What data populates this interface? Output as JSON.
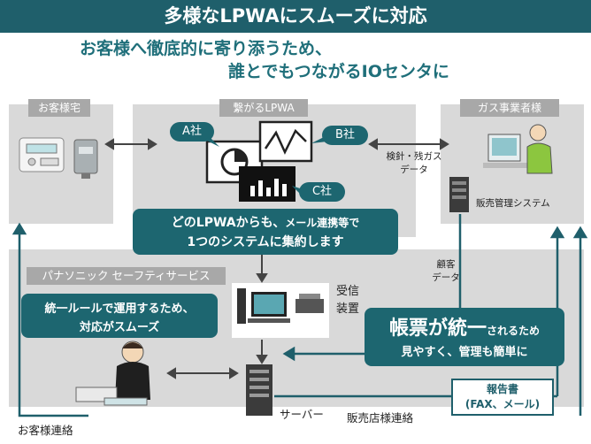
{
  "header": {
    "title": "多様なLPWAにスムーズに対応",
    "subtitle_line1": "お客様へ徹底的に寄り添うため、",
    "subtitle_line2": "誰とでもつながるIOセンタに"
  },
  "panels": {
    "customer_home": "お客様宅",
    "lpwa": "繋がるLPWA",
    "gas_company": "ガス事業者様",
    "panasonic": "パナソニック セーフティサービス"
  },
  "companies": [
    "A社",
    "B社",
    "C社"
  ],
  "labels": {
    "meter_data_line1": "検針・残ガス",
    "meter_data_line2": "データ",
    "sales_system": "販売管理システム",
    "customer_data_line1": "顧客",
    "customer_data_line2": "データ",
    "receiver_line1": "受信",
    "receiver_line2": "装置",
    "server": "サーバー",
    "customer_contact": "お客様連絡",
    "dealer_contact": "販売店様連絡"
  },
  "callouts": {
    "lpwa_line1_bold": "どのLPWAからも、",
    "lpwa_line1_small": "メール連携等で",
    "lpwa_line2": "1つのシステムに集約します",
    "rule_line1": "統一ルールで運用するため、",
    "rule_line2": "対応がスムーズ",
    "report_big": "帳票が統一",
    "report_small": "されるため",
    "report_line2": "見やすく、管理も簡単に"
  },
  "report_box": {
    "line1": "報告書",
    "line2": "(FAX、メール)"
  },
  "colors": {
    "teal_dark": "#1f5f6b",
    "teal_callout": "#1d6670",
    "panel_gray": "#d9d9d9",
    "label_gray": "#a8a8a8"
  }
}
